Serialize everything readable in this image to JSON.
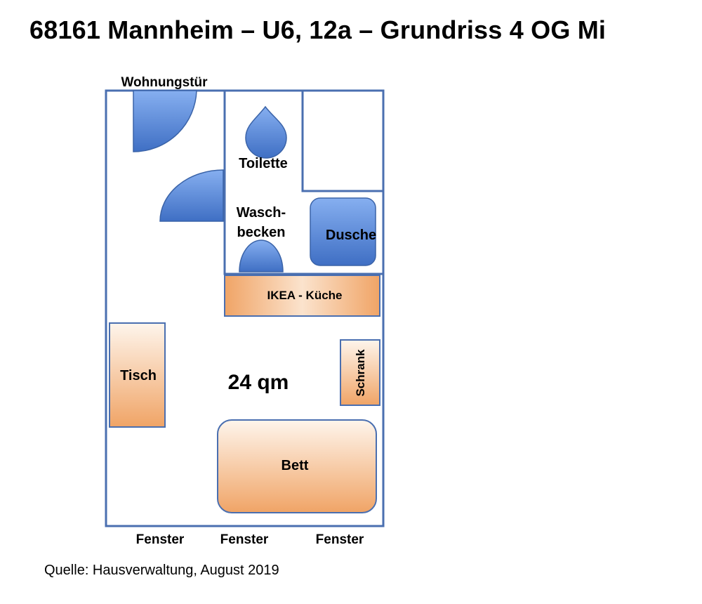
{
  "title": "68161 Mannheim – U6, 12a – Grundriss 4 OG Mi",
  "source": "Quelle: Hausverwaltung, August 2019",
  "labels": {
    "entrance_door": "Wohnungstür",
    "toilet": "Toilette",
    "sink_line1": "Wasch-",
    "sink_line2": "becken",
    "shower": "Dusche",
    "kitchen": "IKEA - Küche",
    "table": "Tisch",
    "area": "24 qm",
    "wardrobe": "Schrank",
    "bed": "Bett",
    "window_1": "Fenster",
    "window_2": "Fenster",
    "window_3": "Fenster"
  },
  "colors": {
    "wall": "#4a6fb0",
    "blue_fill": "#6f9ce0",
    "blue_fill_dark": "#3d6cbf",
    "orange_light": "#fdf1e6",
    "orange_dark": "#efa56c",
    "furniture_stroke": "#4a6fb0"
  }
}
